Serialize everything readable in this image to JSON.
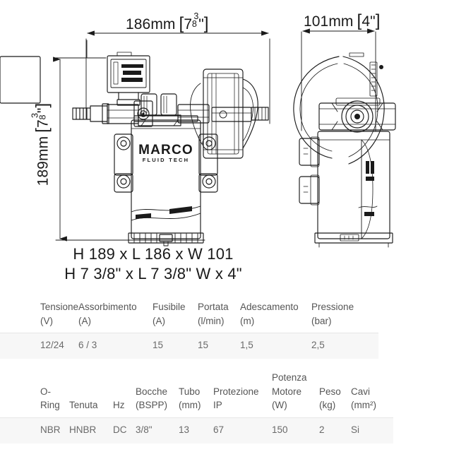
{
  "drawing": {
    "dimensions": {
      "top_left": {
        "mm": "186mm",
        "inch_whole": "7",
        "inch_num": "3",
        "inch_den": "8",
        "inch_mark": "\"",
        "label": "186mm [7 3/8\"]"
      },
      "top_right": {
        "mm": "101mm",
        "inch": "4\"",
        "label": "101mm [4\"]"
      },
      "left": {
        "mm": "189mm",
        "inch_whole": "7",
        "inch_num": "3",
        "inch_den": "8",
        "inch_mark": "\"",
        "label": "189mm [7 3/8\"]"
      }
    },
    "brand_logo": {
      "name": "MARCO",
      "tagline": "FLUID TECH"
    },
    "views": {
      "front": "front-elevation",
      "side": "side-elevation"
    }
  },
  "captions": {
    "metric": "H 189 x L 186 x W 101",
    "imperial": "H 7 3/8\" x L 7 3/8\" W x 4\""
  },
  "table1": {
    "headers": [
      {
        "name": "Tensione",
        "unit": "(V)"
      },
      {
        "name": "Assorbimento",
        "unit": "(A)"
      },
      {
        "name": "Fusibile",
        "unit": "(A)"
      },
      {
        "name": "Portata",
        "unit": "(l/min)"
      },
      {
        "name": "Adescamento",
        "unit": "(m)"
      },
      {
        "name": "Pressione",
        "unit": "(bar)"
      }
    ],
    "row": [
      "12/24",
      "6 / 3",
      "15",
      "15",
      "1,5",
      "2,5"
    ]
  },
  "table2": {
    "headers": [
      {
        "top": "",
        "name": "O-",
        "name2": "Ring",
        "unit": ""
      },
      {
        "top": "",
        "name": "",
        "name2": "Tenuta",
        "unit": ""
      },
      {
        "top": "",
        "name": "",
        "name2": "Hz",
        "unit": ""
      },
      {
        "top": "",
        "name": "Bocche",
        "name2": "(BSPP)",
        "unit": ""
      },
      {
        "top": "",
        "name": "Tubo",
        "name2": "(mm)",
        "unit": ""
      },
      {
        "top": "",
        "name": "Protezione",
        "name2": "IP",
        "unit": ""
      },
      {
        "top": "Potenza",
        "name": "Motore",
        "name2": "(W)",
        "unit": ""
      },
      {
        "top": "",
        "name": "Peso",
        "name2": "(kg)",
        "unit": ""
      },
      {
        "top": "",
        "name": "Cavi",
        "name2": "(mm²)",
        "unit": ""
      }
    ],
    "row": [
      "NBR",
      "HNBR",
      "DC",
      "3/8\"",
      "13",
      "67",
      "150",
      "2",
      "Si"
    ]
  },
  "colors": {
    "line": "#1a1a1a",
    "text": "#1a1a1a",
    "table_header_text": "#555555",
    "table_cell_text": "#6a6a6a",
    "table_row_bg": "#f7f7f7",
    "background": "#ffffff"
  }
}
